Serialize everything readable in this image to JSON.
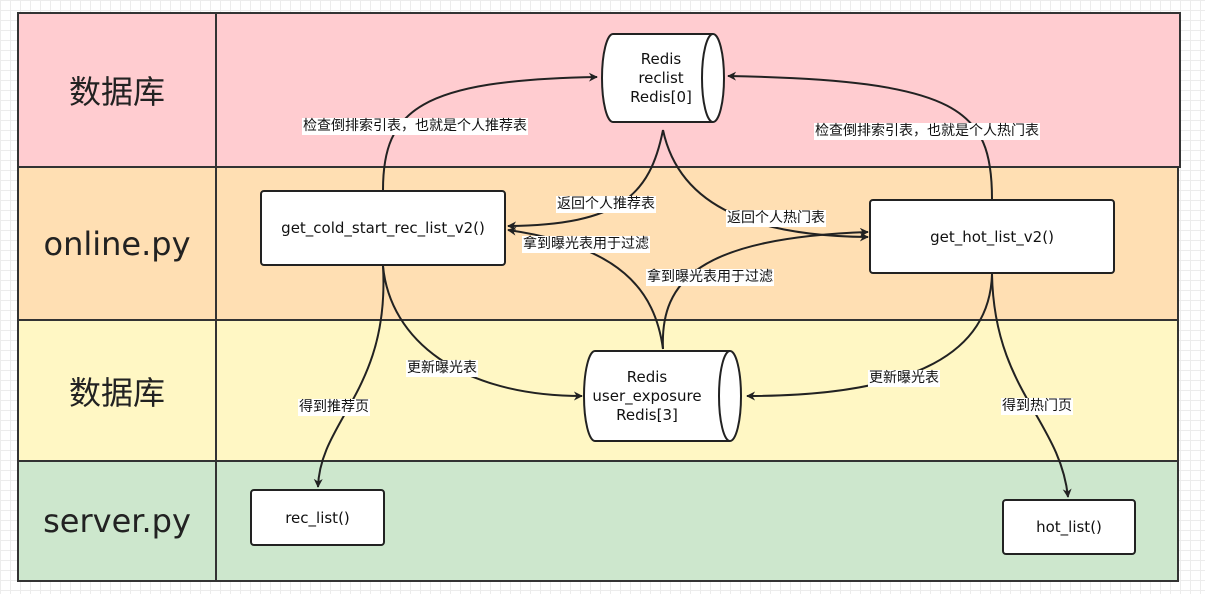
{
  "lanes": [
    {
      "label": "数据库",
      "color": "#ffccd0"
    },
    {
      "label": "online.py",
      "color": "#ffdfb3"
    },
    {
      "label": "数据库",
      "color": "#fff7c4"
    },
    {
      "label": "server.py",
      "color": "#cde7cd"
    }
  ],
  "nodes": {
    "redis_reclist": [
      "Redis",
      "reclist",
      "Redis[0]"
    ],
    "redis_exposure": [
      "Redis",
      "user_exposure",
      "Redis[3]"
    ],
    "cold_start": "get_cold_start_rec_list_v2()",
    "hot_list_fn": "get_hot_list_v2()",
    "rec_list": "rec_list()",
    "hot_list": "hot_list()"
  },
  "edge_labels": {
    "query_rec": "检查倒排索引表，也就是个人推荐表",
    "query_hot": "检查倒排索引表，也就是个人热门表",
    "return_rec": "返回个人推荐表",
    "return_hot": "返回个人热门表",
    "exposure_to_cold": "拿到曝光表用于过滤",
    "exposure_to_hot": "拿到曝光表用于过滤",
    "update_left": "更新曝光表",
    "update_right": "更新曝光表",
    "get_rec": "得到推荐页",
    "get_hot": "得到热门页"
  }
}
